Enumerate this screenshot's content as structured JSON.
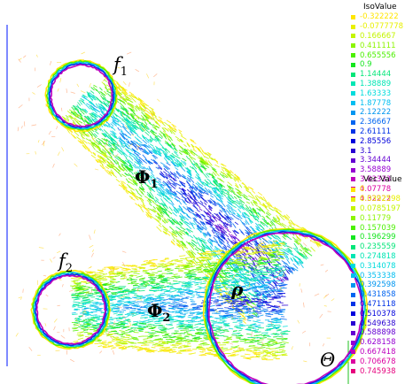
{
  "labels": {
    "f1": "f",
    "f1_sub": "1",
    "f2": "f",
    "f2_sub": "2",
    "phi1": "Φ",
    "phi1_sub": "1",
    "phi2": "Φ",
    "phi2_sub": "2",
    "rho": "ρ",
    "theta": "Θ"
  },
  "iso_legend": {
    "title": "IsoValue",
    "items": [
      {
        "label": "-0.322222",
        "color": "#ffe600"
      },
      {
        "label": "-0.0777778",
        "color": "#e8f000"
      },
      {
        "label": "0.166667",
        "color": "#c4f500"
      },
      {
        "label": "0.411111",
        "color": "#8cf500"
      },
      {
        "label": "0.655556",
        "color": "#4cf000"
      },
      {
        "label": "0.9",
        "color": "#14e61e"
      },
      {
        "label": "1.14444",
        "color": "#00e678"
      },
      {
        "label": "1.38889",
        "color": "#00e6b4"
      },
      {
        "label": "1.63333",
        "color": "#00dcdc"
      },
      {
        "label": "1.87778",
        "color": "#00bef0"
      },
      {
        "label": "2.12222",
        "color": "#0096f0"
      },
      {
        "label": "2.36667",
        "color": "#0064f0"
      },
      {
        "label": "2.61111",
        "color": "#0032e6"
      },
      {
        "label": "2.85556",
        "color": "#0000dc"
      },
      {
        "label": "3.1",
        "color": "#2800d2"
      },
      {
        "label": "3.34444",
        "color": "#6400d2"
      },
      {
        "label": "3.58889",
        "color": "#9600d2"
      },
      {
        "label": "3.83333",
        "color": "#be00be"
      },
      {
        "label": "4.07778",
        "color": "#dc00a0"
      },
      {
        "label": "4.32222",
        "color": "#e6007d"
      }
    ]
  },
  "vec_legend": {
    "title": "Vec Value",
    "items": [
      {
        "label": "0",
        "color": "#ffe600"
      },
      {
        "label": "0.0392598",
        "color": "#e8f000"
      },
      {
        "label": "0.0785197",
        "color": "#c4f500"
      },
      {
        "label": "0.11779",
        "color": "#8cf500"
      },
      {
        "label": "0.157039",
        "color": "#4cf000"
      },
      {
        "label": "0.196299",
        "color": "#14e61e"
      },
      {
        "label": "0.235559",
        "color": "#00e678"
      },
      {
        "label": "0.274818",
        "color": "#00e6b4"
      },
      {
        "label": "0.314078",
        "color": "#00dcdc"
      },
      {
        "label": "0.353338",
        "color": "#00bef0"
      },
      {
        "label": "0.392598",
        "color": "#0096f0"
      },
      {
        "label": "0.431858",
        "color": "#0064f0"
      },
      {
        "label": "0.471118",
        "color": "#0032e6"
      },
      {
        "label": "0.510378",
        "color": "#0000dc"
      },
      {
        "label": "0.549638",
        "color": "#2800d2"
      },
      {
        "label": "0.588898",
        "color": "#6400d2"
      },
      {
        "label": "0.628158",
        "color": "#9600d2"
      },
      {
        "label": "0.667418",
        "color": "#be00be"
      },
      {
        "label": "0.706678",
        "color": "#dc00a0"
      },
      {
        "label": "0.745938",
        "color": "#e6007d"
      }
    ]
  }
}
